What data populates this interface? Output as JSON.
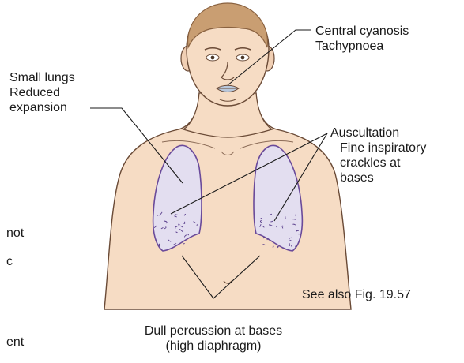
{
  "colors": {
    "skin": "#f6dcc4",
    "skin_outline": "#6a4a36",
    "hair": "#c99e72",
    "hair_outline": "#8a6240",
    "lung_fill": "#e3def0",
    "lung_outline": "#6a4a9a",
    "crackles": "#5a3f8c",
    "lips": "#b9c8dc",
    "leader_lines": "#1a1a1a",
    "text": "#1a1a1a"
  },
  "labels": {
    "cyanosis": {
      "line1": "Central cyanosis",
      "line2": "Tachypnoea"
    },
    "small_lungs": {
      "line1": "Small lungs",
      "line2": "Reduced",
      "line3": "expansion"
    },
    "auscultation": {
      "title": "Auscultation",
      "line1": "Fine inspiratory",
      "line2": "crackles at",
      "line3": "bases"
    },
    "see_also": "See also Fig. 19.57",
    "percussion": {
      "line1": "Dull percussion at bases",
      "line2": "(high diaphragm)"
    }
  },
  "cropped_left_text": {
    "frag1": "not",
    "frag2": "c",
    "frag3": "ent"
  },
  "icons": {
    "figure": "human-torso-illustration",
    "lungs": "lung-pair-illustration"
  }
}
